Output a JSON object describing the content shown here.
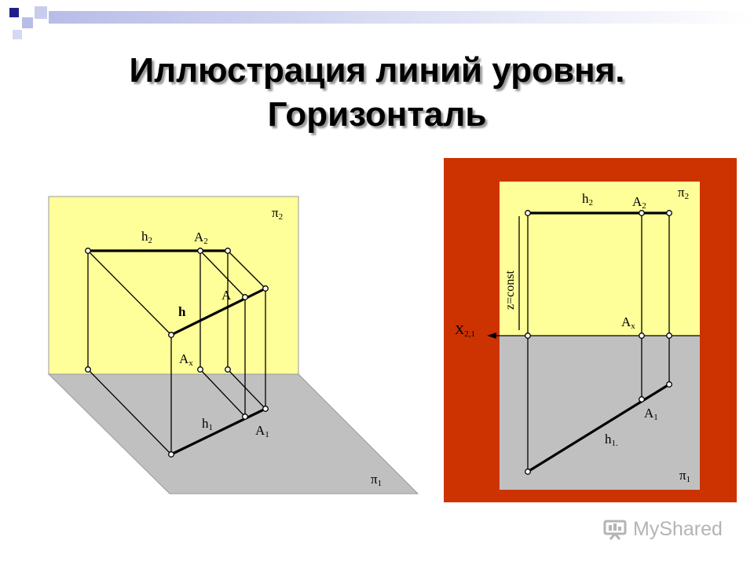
{
  "slide": {
    "title_line1": "Иллюстрация линий уровня.",
    "title_line2": "Горизонталь"
  },
  "left_diagram": {
    "label_pi2": "π",
    "label_pi2_sub": "2",
    "label_pi1": "π",
    "label_pi1_sub": "1",
    "label_h2": "h",
    "label_h2_sub": "2",
    "label_A2": "A",
    "label_A2_sub": "2",
    "label_A": "A",
    "label_h": "h",
    "label_Ax": "A",
    "label_Ax_sub": "x",
    "label_h1": "h",
    "label_h1_sub": "1",
    "label_A1": "A",
    "label_A1_sub": "1"
  },
  "right_diagram": {
    "label_h2": "h",
    "label_h2_sub": "2",
    "label_A2": "A",
    "label_A2_sub": "2",
    "label_pi2": "π",
    "label_pi2_sub": "2",
    "label_zconst": "z=const",
    "label_Ax": "A",
    "label_Ax_sub": "x",
    "label_x": "X",
    "label_x_sub": "2,1",
    "label_A1": "A",
    "label_A1_sub": "1",
    "label_h1": "h",
    "label_h1_sub": "1.",
    "label_pi1": "π",
    "label_pi1_sub": "1"
  },
  "watermark": {
    "text": "MyShared"
  },
  "colors": {
    "plane_yellow": "#ffff99",
    "plane_gray": "#c0c0c0",
    "frame_orange": "#cc3300",
    "line": "#000000",
    "deco_navy": "#1f1f8c",
    "deco_light": "#b8bde8"
  }
}
